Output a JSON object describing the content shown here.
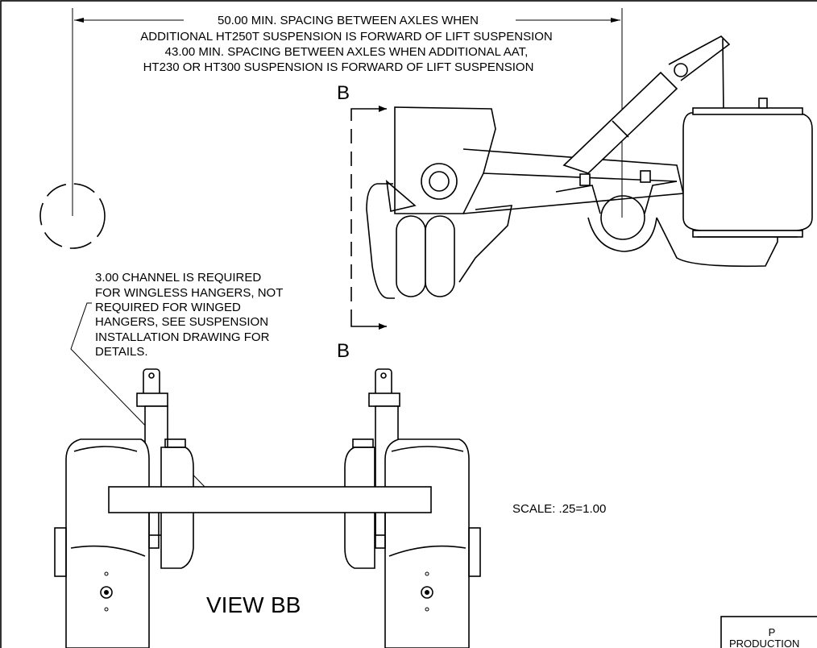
{
  "notes": {
    "spacing_line1": "50.00 MIN. SPACING BETWEEN AXLES WHEN",
    "spacing_line2": "ADDITIONAL HT250T SUSPENSION IS FORWARD OF LIFT SUSPENSION",
    "spacing_line3": "43.00 MIN. SPACING BETWEEN AXLES WHEN ADDITIONAL AAT,",
    "spacing_line4": "HT230 OR HT300 SUSPENSION IS FORWARD OF LIFT SUSPENSION",
    "channel_line1": "3.00 CHANNEL IS REQUIRED",
    "channel_line2": "FOR WINGLESS HANGERS, NOT",
    "channel_line3": "REQUIRED FOR WINGED",
    "channel_line4": "HANGERS, SEE SUSPENSION",
    "channel_line5": "INSTALLATION DRAWING FOR",
    "channel_line6": "DETAILS."
  },
  "section_marks": {
    "top": "B",
    "bottom": "B"
  },
  "view_label": {
    "prefix": "VIEW",
    "name": "BB"
  },
  "scale": "SCALE: .25=1.00",
  "title_block": {
    "letter": "P",
    "status": "PRODUCTION"
  }
}
